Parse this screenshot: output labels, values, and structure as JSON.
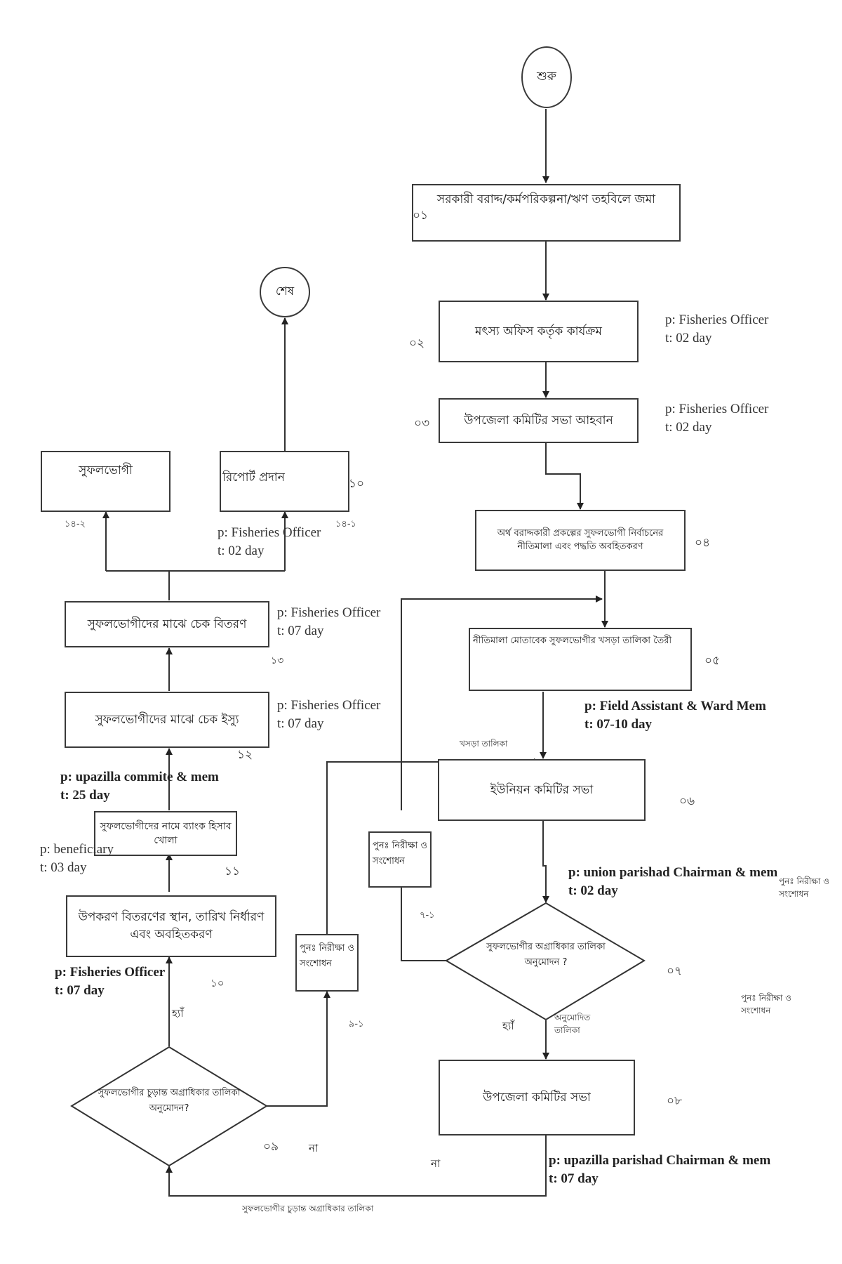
{
  "diagram": {
    "terminals": {
      "start": "শুরু",
      "end": "শেষ"
    },
    "steps": [
      {
        "id": "01",
        "number": "০১",
        "text": "সরকারী বরাদ্দ/কর্মপরিকল্পনা/ঋণ তহবিলে জমা"
      },
      {
        "id": "02",
        "number": "০২",
        "text": "মৎস্য অফিস কর্তৃক কার্যক্রম",
        "person": "p: Fisheries Officer",
        "time": "t: 02 day"
      },
      {
        "id": "03",
        "number": "০৩",
        "text": "উপজেলা কমিটির সভা আহবান",
        "person": "p: Fisheries Officer",
        "time": "t: 02 day"
      },
      {
        "id": "04",
        "number": "০৪",
        "text": "অর্থ বরাদ্দকারী প্রকল্পের সুফলভোগী নির্বাচনের নীতিমালা এবং পদ্ধতি অবহিতকরণ"
      },
      {
        "id": "05",
        "number": "০৫",
        "text": "নীতিমালা মোতাবেক সুফলভোগীর খসড়া তালিকা তৈরী",
        "person": "p: Field Assistant & Ward Mem",
        "time": "t: 07-10 day"
      },
      {
        "id": "06",
        "number": "০৬",
        "text": "ইউনিয়ন কমিটির সভা",
        "person": "p: union parishad Chairman & mem",
        "time": "t: 02 day"
      },
      {
        "id": "07",
        "number": "০৭",
        "text": "সুফলভোগীর অগ্রাধিকার তালিকা অনুমোদন ?"
      },
      {
        "id": "08",
        "number": "০৮",
        "text": "উপজেলা কমিটির সভা",
        "person": "p: upazilla parishad Chairman & mem",
        "time": "t: 07 day"
      },
      {
        "id": "09",
        "number": "০৯",
        "text": "সুফলভোগীর চুড়ান্ত অগ্রাধিকার তালিকা অনুমোদন?"
      },
      {
        "id": "10",
        "number": "১০",
        "text": "উপকরণ বিতরণের স্থান, তারিখ নির্ধারণ এবং অবহিতকরণ",
        "person": "p: Fisheries Officer",
        "time": "t: 07 day"
      },
      {
        "id": "11",
        "number": "১১",
        "text": "সুফলভোগীদের নামে ব্যাংক হিসাব খোলা",
        "person": "p: beneficiary",
        "time": "t: 03 day"
      },
      {
        "id": "12",
        "number": "১২",
        "text": "সুফলভোগীদের মাঝে চেক ইস্যু",
        "person": "p: Fisheries Officer",
        "time": "t: 07 day",
        "incoming_person": "p: upazilla commite & mem",
        "incoming_time": "t: 25 day"
      },
      {
        "id": "13",
        "number": "১৩",
        "text": "সুফলভোগীদের মাঝে চেক বিতরণ",
        "person": "p: Fisheries Officer",
        "time": "t: 07 day"
      },
      {
        "id": "14-1",
        "number": "১৪-১",
        "text": "রিপোর্ট প্রদান",
        "side_number": "১০",
        "person": "p: Fisheries Officer",
        "time": "t: 02 day"
      },
      {
        "id": "14-2",
        "number": "১৪-২",
        "text": "সুফলভোগী"
      }
    ],
    "review_boxes": {
      "review_7_1": {
        "number": "৭-১",
        "text": "পুনঃ নিরীক্ষা ও সংশোধন"
      },
      "review_9_1": {
        "number": "৯-১",
        "text": "পুনঃ নিরীক্ষা ও সংশোধন"
      }
    },
    "floating_notes": [
      "পুনঃ নিরীক্ষা ও সংশোধন",
      "পুনঃ নিরীক্ষা ও সংশোধন"
    ],
    "edge_labels": {
      "draft_list": "খসড়া তালিকা",
      "yes_07": "হ্যাঁ",
      "approved_list": "অনুমোদিত তালিকা",
      "no_08": "না",
      "no_09": "না",
      "yes_09": "হ্যাঁ",
      "final_list": "সুফলভোগীর চুড়ান্ত অগ্রাধিকার তালিকা"
    }
  }
}
